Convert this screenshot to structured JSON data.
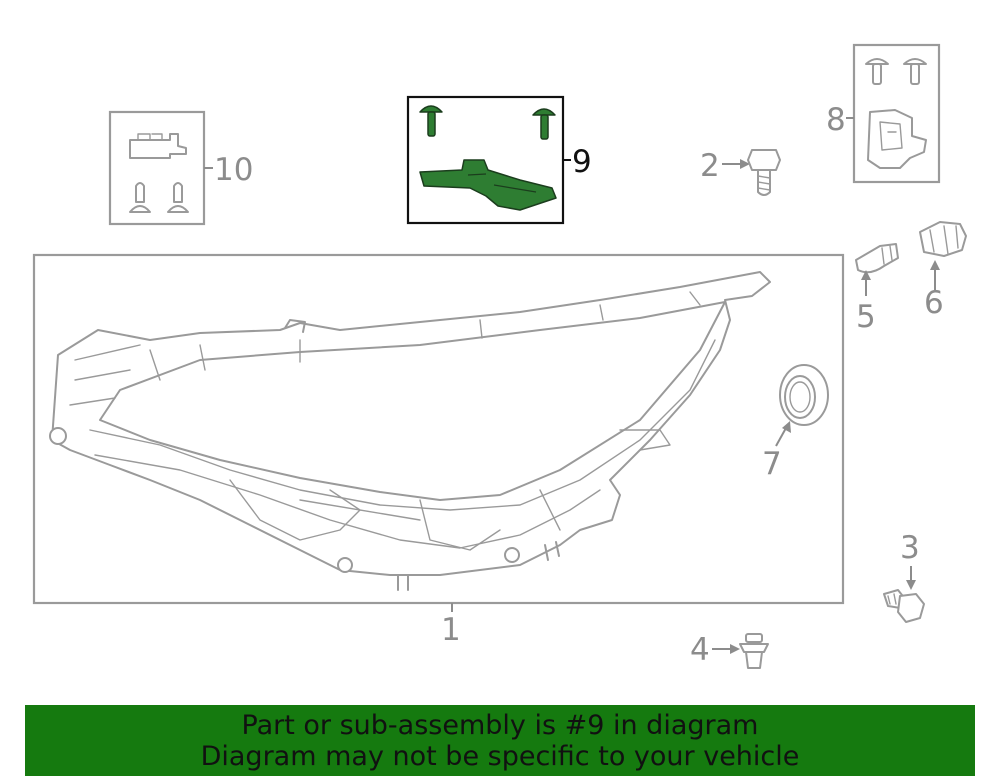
{
  "diagram": {
    "highlighted_part": "9",
    "highlight_color": "#2e7d32",
    "callouts": {
      "c1": "1",
      "c2": "2",
      "c3": "3",
      "c4": "4",
      "c5": "5",
      "c6": "6",
      "c7": "7",
      "c8": "8",
      "c9": "9",
      "c10": "10"
    }
  },
  "banner": {
    "line1": "Part or sub-assembly is #9 in diagram",
    "line2": "Diagram may not be specific to your vehicle",
    "background": "#157a0f"
  }
}
